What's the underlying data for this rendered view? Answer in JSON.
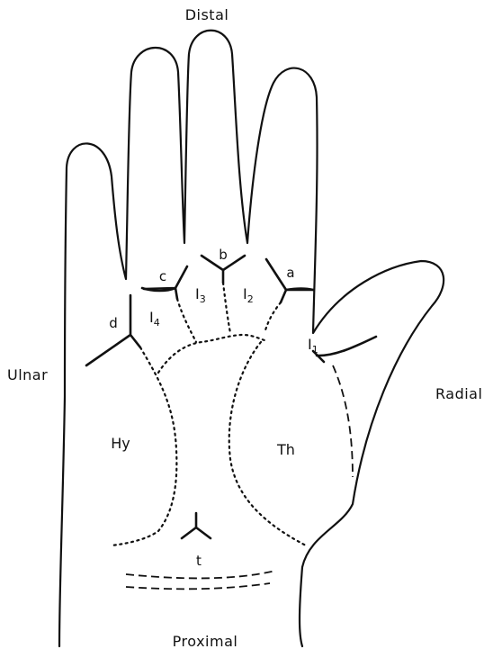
{
  "orientation": {
    "top": "Distal",
    "bottom": "Proximal",
    "left": "Ulnar",
    "right": "Radial"
  },
  "areas": {
    "hypothenar": "Hy",
    "thenar": "Th",
    "interdigital_1": "I",
    "interdigital_1_sub": "1",
    "interdigital_2": "I",
    "interdigital_2_sub": "2",
    "interdigital_3": "I",
    "interdigital_3_sub": "3",
    "interdigital_4": "I",
    "interdigital_4_sub": "4"
  },
  "triradii": {
    "a": "a",
    "b": "b",
    "c": "c",
    "d": "d",
    "t": "t"
  }
}
